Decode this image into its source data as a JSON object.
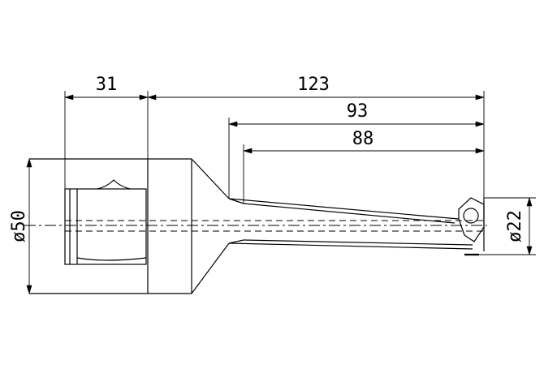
{
  "dimensions": {
    "shank_length": "31",
    "overall_length": "123",
    "body_length_outer": "93",
    "body_length_inner": "88",
    "shank_diameter": "ø50",
    "cutting_diameter": "ø22"
  }
}
